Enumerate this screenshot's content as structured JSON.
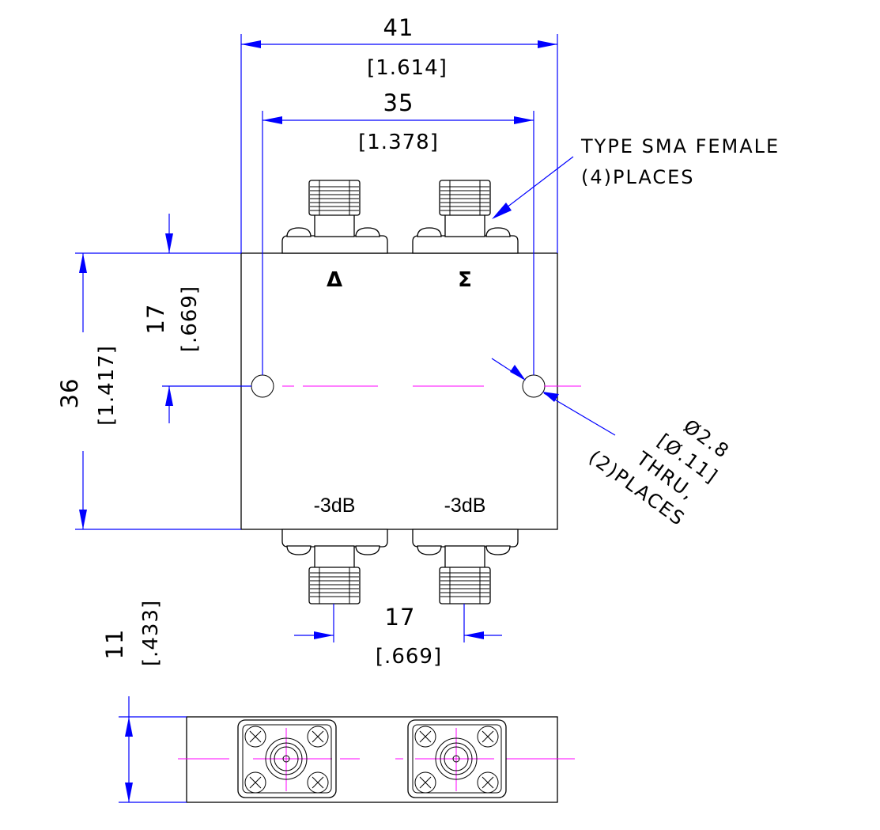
{
  "dimensions": {
    "overall_width_mm": "41",
    "overall_width_in": "[1.614]",
    "hole_spacing_mm": "35",
    "hole_spacing_in": "[1.378]",
    "height_mm": "36",
    "height_in": "[1.417]",
    "hole_offset_mm": "17",
    "hole_offset_in": "[.669]",
    "connector_spacing_mm": "17",
    "connector_spacing_in": "[.669]",
    "thickness_mm": "11",
    "thickness_in": "[.433]"
  },
  "notes": {
    "connector_line1": "TYPE SMA FEMALE",
    "connector_line2": "(4)PLACES",
    "hole_line1": "Ø2.8",
    "hole_line2": "[Ø.11]",
    "hole_line3": "THRU,",
    "hole_line4": "(2)PLACES"
  },
  "ports": {
    "delta": "Δ",
    "sigma": "Σ",
    "out_left": "-3dB",
    "out_right": "-3dB"
  },
  "colors": {
    "dimension": "#0000ff",
    "centerline": "#ff00ff",
    "outline": "#000000"
  }
}
